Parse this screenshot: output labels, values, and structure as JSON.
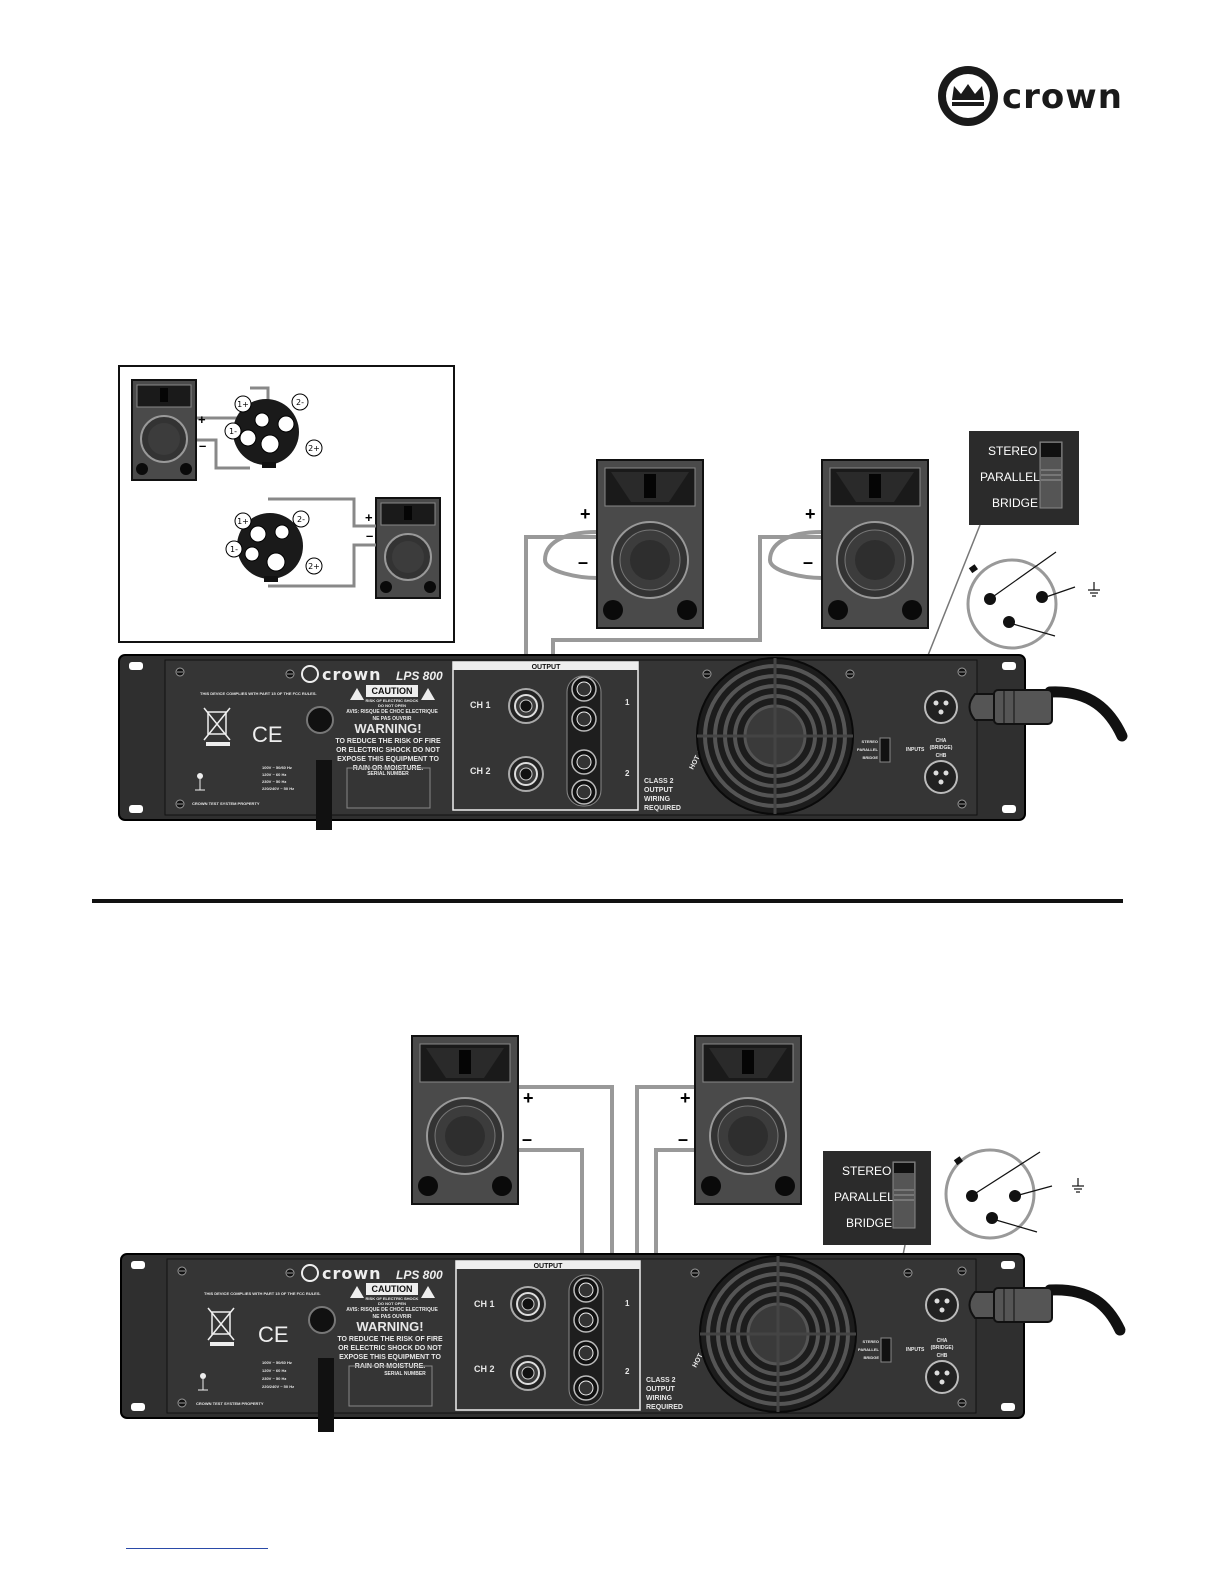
{
  "logo": {
    "word": "crown"
  },
  "inset": {
    "speaker_plus": "+",
    "speaker_minus": "–",
    "pins": [
      "1+",
      "1-",
      "2-",
      "2+"
    ]
  },
  "switch_box": {
    "stereo": "STEREO",
    "parallel": "PARALLEL",
    "bridge": "BRIDGE"
  },
  "speaker_terminals": {
    "plus": "+",
    "minus": "–"
  },
  "amp": {
    "brand": "crown",
    "model": "LPS 800",
    "output_label": "OUTPUT",
    "ch1": "CH 1",
    "ch2": "CH 2",
    "out1": "1",
    "out2": "2",
    "caution": "CAUTION",
    "caution_sub1": "RISK OF ELECTRIC SHOCK",
    "caution_sub2": "DO NOT OPEN",
    "avis": "AVIS: RISQUE DE CHOC ELECTRIQUE",
    "ne_pas": "NE PAS OUVRIR",
    "warning": "WARNING!",
    "warning_lines": [
      "TO REDUCE THE RISK OF FIRE",
      "OR ELECTRIC SHOCK DO NOT",
      "EXPOSE THIS EQUIPMENT TO",
      "RAIN OR MOISTURE."
    ],
    "serial": "SERIAL NUMBER",
    "ce": "CE",
    "class2": [
      "CLASS 2",
      "OUTPUT",
      "WIRING",
      "REQUIRED"
    ],
    "exhaust": "HOT AIR EXHAUST",
    "inputs": "INPUTS",
    "cha": "CHA",
    "bridge_tag": "(BRIDGE)",
    "chb": "CHB",
    "mini_switch": [
      "STEREO",
      "PARALLEL",
      "BRIDGE"
    ],
    "ground_note": "CROWN TEST SYSTEM PROPERTY",
    "voltages": [
      "100V ~ 50/60 Hz",
      "120V ~ 60 Hz",
      "230V ~ 50 Hz",
      "220/240V ~ 50 Hz"
    ],
    "compliance": "THIS DEVICE COMPLIES WITH PART 15 OF THE FCC RULES."
  }
}
